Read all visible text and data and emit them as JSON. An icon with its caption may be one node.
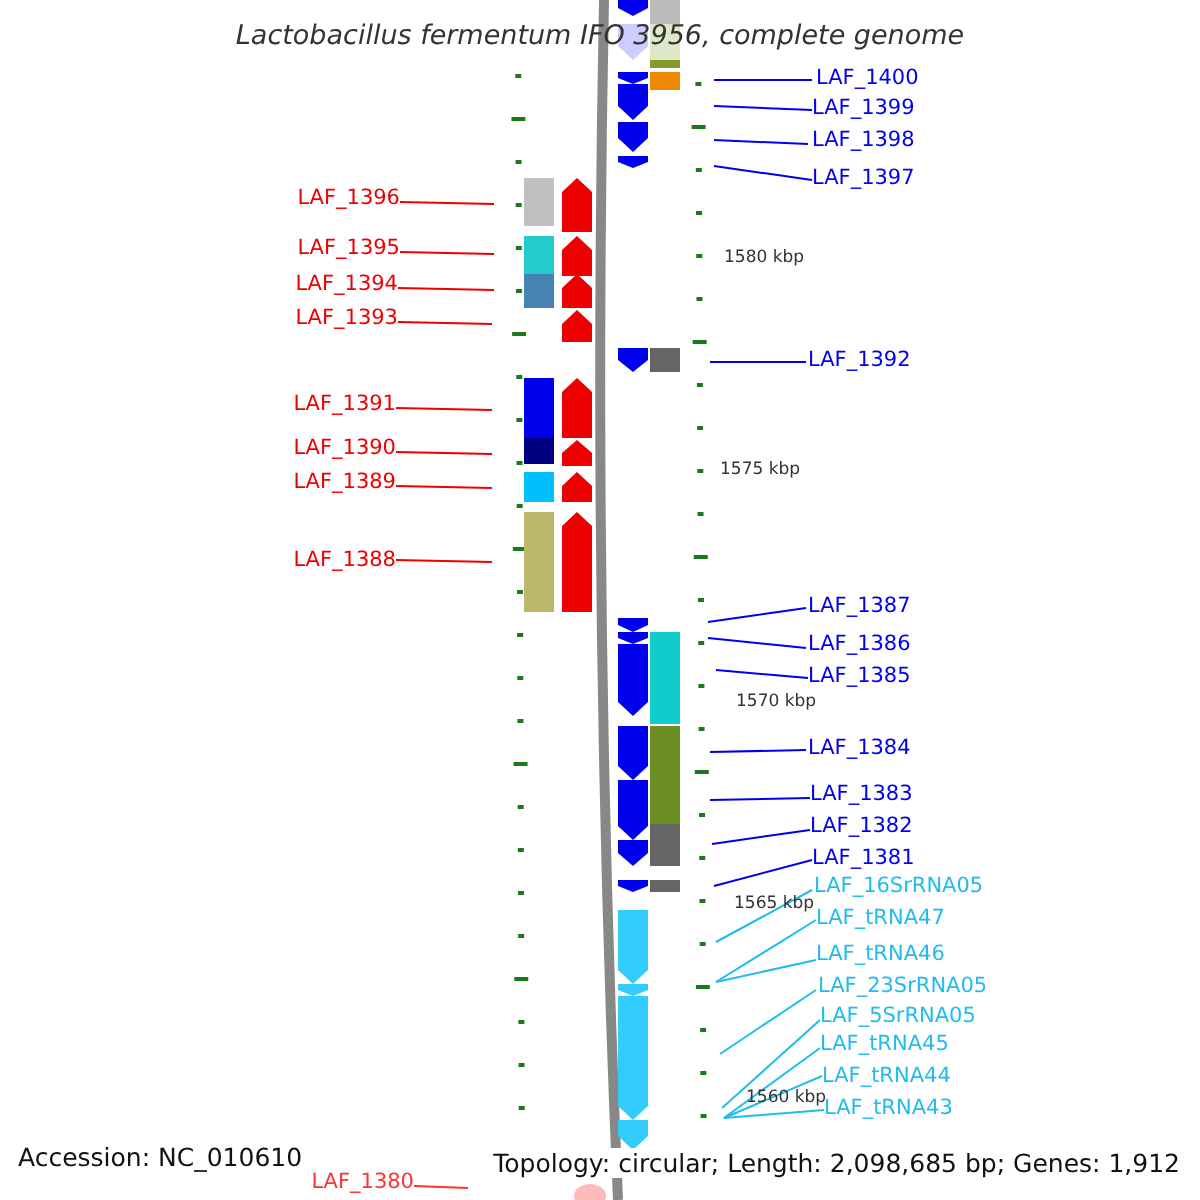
{
  "diagram": {
    "title": "Lactobacillus fermentum IFO 3956, complete genome",
    "nodes": [
      {
        "text": [
          "LAF_1400"
        ]
      },
      {
        "text": [
          "LAF_1399"
        ]
      },
      {
        "text": [
          "LAF_1398"
        ]
      },
      {
        "text": [
          "LAF_1397"
        ]
      },
      {
        "text": [
          "LAF_1396"
        ]
      },
      {
        "text": [
          "LAF_1395"
        ]
      },
      {
        "text": [
          "LAF_1394"
        ]
      },
      {
        "text": [
          "LAF_1393"
        ]
      },
      {
        "text": [
          "LAF_1392"
        ]
      },
      {
        "text": [
          "LAF_1391"
        ]
      },
      {
        "text": [
          "LAF_1390"
        ]
      },
      {
        "text": [
          "LAF_1389"
        ]
      },
      {
        "text": [
          "LAF_1388"
        ]
      },
      {
        "text": [
          "LAF_1387"
        ]
      },
      {
        "text": [
          "LAF_1386"
        ]
      },
      {
        "text": [
          "LAF_1385"
        ]
      },
      {
        "text": [
          "LAF_1384"
        ]
      },
      {
        "text": [
          "LAF_1383"
        ]
      },
      {
        "text": [
          "LAF_1382"
        ]
      },
      {
        "text": [
          "LAF_1381"
        ]
      },
      {
        "text": [
          "LAF_16SrRNA05"
        ]
      },
      {
        "text": [
          "LAF_tRNA47"
        ]
      },
      {
        "text": [
          "LAF_tRNA46"
        ]
      },
      {
        "text": [
          "LAF_23SrRNA05"
        ]
      },
      {
        "text": [
          "LAF_5SrRNA05"
        ]
      },
      {
        "text": [
          "LAF_tRNA45"
        ]
      },
      {
        "text": [
          "LAF_tRNA44"
        ]
      },
      {
        "text": [
          "LAF_tRNA43"
        ]
      },
      {
        "text": [
          "LAF_1380"
        ]
      }
    ],
    "edges": [
      {
        "from": 0,
        "to": null,
        "arrow": "none"
      },
      {
        "from": 1,
        "to": null,
        "arrow": "none"
      },
      {
        "from": 2,
        "to": null,
        "arrow": "none"
      },
      {
        "from": 3,
        "to": null,
        "arrow": "none"
      },
      {
        "from": 4,
        "to": null,
        "arrow": "none",
        "color": "#ee0000"
      },
      {
        "from": 5,
        "to": null,
        "arrow": "none",
        "color": "#ee0000"
      },
      {
        "from": 6,
        "to": null,
        "arrow": "none",
        "color": "#ee0000"
      },
      {
        "from": 7,
        "to": null,
        "arrow": "none",
        "color": "#ee0000"
      },
      {
        "from": 8,
        "to": null,
        "arrow": "none"
      },
      {
        "from": 9,
        "to": null,
        "arrow": "none",
        "color": "#ee0000"
      },
      {
        "from": 10,
        "to": null,
        "arrow": "none",
        "color": "#ee0000"
      },
      {
        "from": 11,
        "to": null,
        "arrow": "none",
        "color": "#ee0000"
      },
      {
        "from": 12,
        "to": null,
        "arrow": "none",
        "color": "#ee0000"
      },
      {
        "from": 13,
        "to": null,
        "arrow": "none"
      },
      {
        "from": 14,
        "to": null,
        "arrow": "none"
      },
      {
        "from": 15,
        "to": null,
        "arrow": "none"
      },
      {
        "from": 16,
        "to": null,
        "arrow": "none"
      },
      {
        "from": 17,
        "to": null,
        "arrow": "none"
      },
      {
        "from": 18,
        "to": null,
        "arrow": "none"
      },
      {
        "from": 19,
        "to": null,
        "arrow": "none"
      },
      {
        "from": 20,
        "to": null,
        "arrow": "none",
        "color": "#22bbee"
      },
      {
        "from": 21,
        "to": null,
        "arrow": "none",
        "color": "#22bbee"
      },
      {
        "from": 22,
        "to": null,
        "arrow": "none",
        "color": "#22bbee"
      },
      {
        "from": 23,
        "to": null,
        "arrow": "none",
        "color": "#22bbee"
      },
      {
        "from": 24,
        "to": null,
        "arrow": "none",
        "color": "#22bbee"
      },
      {
        "from": 25,
        "to": null,
        "arrow": "none",
        "color": "#22bbee"
      },
      {
        "from": 26,
        "to": null,
        "arrow": "none",
        "color": "#22bbee"
      },
      {
        "from": 27,
        "to": null,
        "arrow": "none",
        "color": "#22bbee"
      },
      {
        "from": 28,
        "to": null,
        "arrow": "none",
        "color": "#ff3333"
      }
    ],
    "labels": [
      "1580 kbp",
      "1575 kbp",
      "1570 kbp",
      "1565 kbp",
      "1560 kbp",
      "Accession: NC_010610",
      "Topology: circular; Length: 2,098,685 bp; Genes: 1,912"
    ]
  }
}
